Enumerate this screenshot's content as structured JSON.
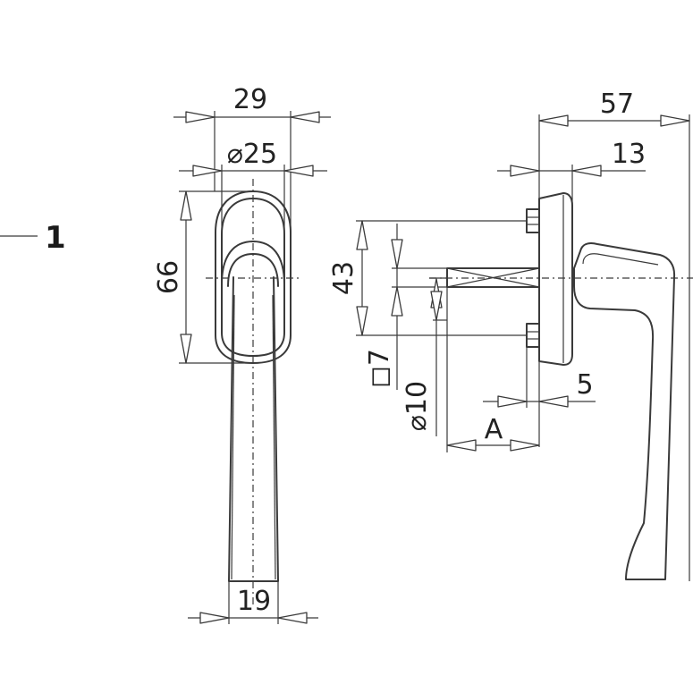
{
  "diagram": {
    "callout_label": "1",
    "front_view": {
      "overall_width": "29",
      "rose_diameter": "⌀25",
      "rose_height": "66",
      "lever_width": "19"
    },
    "side_view": {
      "overall_depth": "57",
      "rose_depth": "13",
      "screw_spacing": "43",
      "spindle_square": "◻7",
      "spindle_diameter": "⌀10",
      "plate_offset": "5",
      "spindle_length": "A"
    },
    "colors": {
      "line": "#3a3a3a",
      "text": "#222222",
      "background": "#ffffff"
    }
  }
}
